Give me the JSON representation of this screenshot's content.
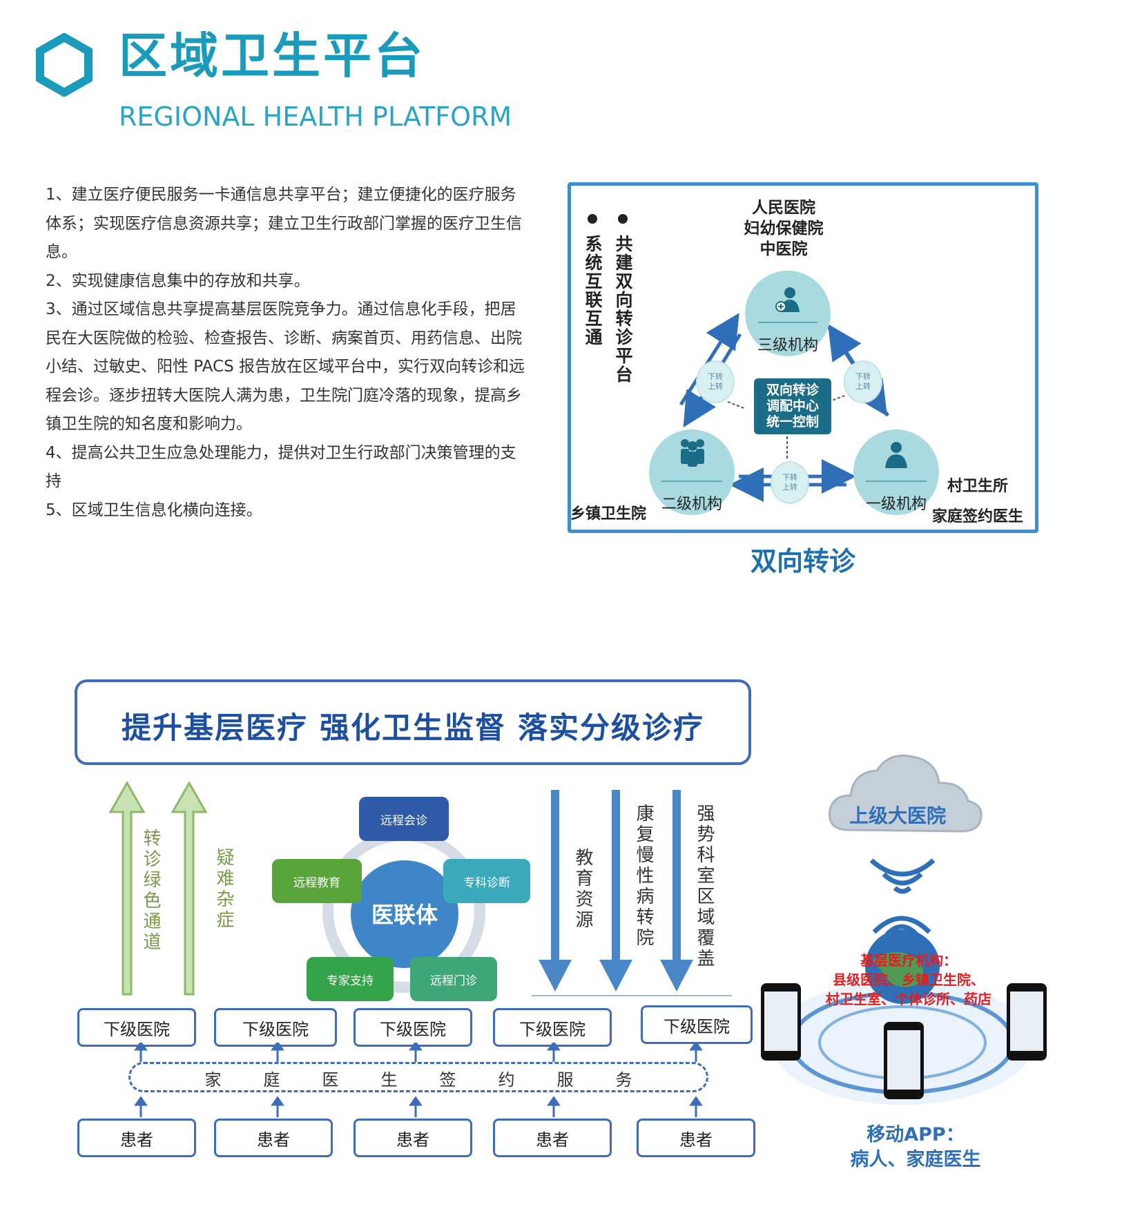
{
  "header": {
    "title_cn": "区域卫生平台",
    "title_en": "REGIONAL HEALTH PLATFORM"
  },
  "description": [
    "1、建立医疗便民服务一卡通信息共享平台；建立便捷化的医疗服务体系；实现医疗信息资源共享；建立卫生行政部门掌握的医疗卫生信息。",
    "2、实现健康信息集中的存放和共享。",
    "3、通过区域信息共享提高基层医院竞争力。通过信息化手段，把居民在大医院做的检验、检查报告、诊断、病案首页、用药信息、出院小结、过敏史、阳性 PACS 报告放在区域平台中，实行双向转诊和远程会诊。逐步扭转大医院人满为患，卫生院门庭冷落的现象，提高乡镇卫生院的知名度和影响力。",
    "4、提高公共卫生应急处理能力，提供对卫生行政部门决策管理的支持",
    "5、区域卫生信息化横向连接。"
  ],
  "referral": {
    "caption": "双向转诊",
    "bullets": [
      "共建双向转诊平台",
      "系统互联互通"
    ],
    "top_hospitals": [
      "人民医院",
      "妇幼保健院",
      "中医院"
    ],
    "level3": "三级机构",
    "level2": "二级机构",
    "level1": "一级机构",
    "center": [
      "双向转诊",
      "调配中心",
      "统一控制"
    ],
    "township": "乡镇卫生院",
    "village": "村卫生所",
    "family_doctor": "家庭签约医生",
    "badge_left": "下转\n上转",
    "badge_right": "下转\n上转",
    "badge_bottom": "下转\n上转"
  },
  "lower": {
    "banner": "提升基层医疗  强化卫生监督  落实分级诊疗",
    "up_arrows": [
      "转诊绿色通道",
      "疑难杂症"
    ],
    "down_arrows": [
      "教育资源",
      "康复慢性病转院",
      "强势科室区域覆盖"
    ],
    "center": "医联体",
    "nodes": {
      "remote_consult": "远程会诊",
      "remote_edu": "远程教育",
      "specialist_diag": "专科诊断",
      "expert_support": "专家支持",
      "remote_clinic": "远程门诊"
    },
    "hospitals": [
      "下级医院",
      "下级医院",
      "下级医院",
      "下级医院",
      "下级医院"
    ],
    "family_service": [
      "家",
      "庭",
      "医",
      "生",
      "签",
      "约",
      "服",
      "务"
    ],
    "patients": [
      "患者",
      "患者",
      "患者",
      "患者",
      "患者"
    ],
    "cloud": "上级大医院",
    "primary_title": "基层医疗机构：",
    "primary_line1": "县级医院、乡镇卫生院、",
    "primary_line2": "村卫生室、个体诊所、药店",
    "app_line1": "移动APP：",
    "app_line2": "病人、家庭医生"
  },
  "colors": {
    "teal": "#1a9bbb",
    "blue": "#3d6cb8",
    "green_node": "#5aa43c",
    "teal_node": "#3aa9b9",
    "navy_node": "#2f5aa8"
  }
}
